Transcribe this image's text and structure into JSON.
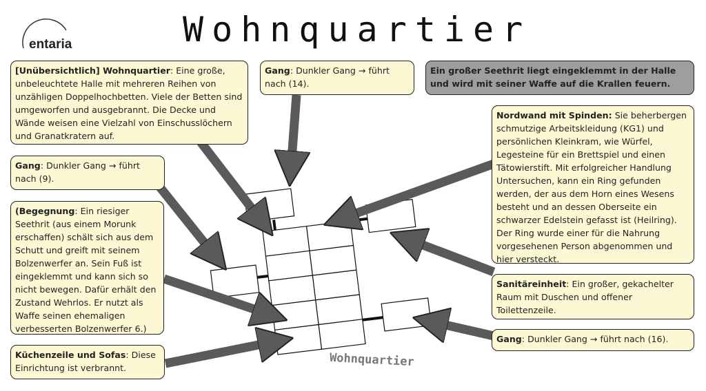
{
  "title": "Wohnquartier",
  "logo": "entaria",
  "map_label": "Wohnquartier",
  "boxes": {
    "main": {
      "bold": "[Unübersichtlich] Wohnquartier",
      "text": ": Eine große, unbeleuchtete Halle mit mehreren Reihen von unzähligen Doppelhochbetten. Viele der Betten sind umgeworfen und ausgebrannt. Die Decke und Wände weisen eine Vielzahl von Einschusslöchern und Granatkratern auf."
    },
    "gang9": {
      "bold": "Gang",
      "text": ": Dunkler Gang → führt nach (9)."
    },
    "encounter": {
      "bold": "(Begegnung",
      "text": ": Ein riesiger Seethrit (aus einem Morunk erschaffen) schält sich aus dem Schutt und greift mit seinem Bolzenwerfer an. Sein Fuß ist eingeklemmt und kann sich so nicht bewegen. Dafür erhält den Zustand Wehrlos. Er nutzt als Waffe seinen ehemaligen verbesserten Bolzenwerfer 6.)"
    },
    "kitchen": {
      "bold": "Küchenzeile und Sofas",
      "text": ": Diese Einrichtung ist verbrannt."
    },
    "gang14": {
      "bold": "Gang",
      "text": ": Dunkler Gang → führt nach (14)."
    },
    "note": {
      "bold": "Ein großer Seethrit liegt eingeklemmt in der Halle und wird mit seiner Waffe auf die Krallen feuern."
    },
    "north": {
      "bold": "Nordwand mit Spinden:",
      "text": " Sie beherbergen schmutzige Arbeitskleidung (KG1) und persönlichen Kleinkram, wie Würfel, Legesteine für ein Brettspiel und einen Tätowierstift. Mit erfolgreicher Handlung Untersuchen, kann ein Ring gefunden werden, der aus dem Horn eines Wesens besteht und an dessen Oberseite ein schwarzer Edelstein gefasst ist (Heilring). Der Ring wurde einer für die Nahrung vorgesehenen Person abgenommen und hier versteckt."
    },
    "sanitary": {
      "bold": "Sanitäreinheit",
      "text": ": Ein großer, gekachelter Raum mit Duschen und offener Toilettenzeile."
    },
    "gang16": {
      "bold": "Gang",
      "text": ": Dunkler Gang → führt nach (16)."
    }
  },
  "colors": {
    "box": "#fbf8d3",
    "arrow": "#5a5a5a",
    "note": "#9e9e9e"
  }
}
